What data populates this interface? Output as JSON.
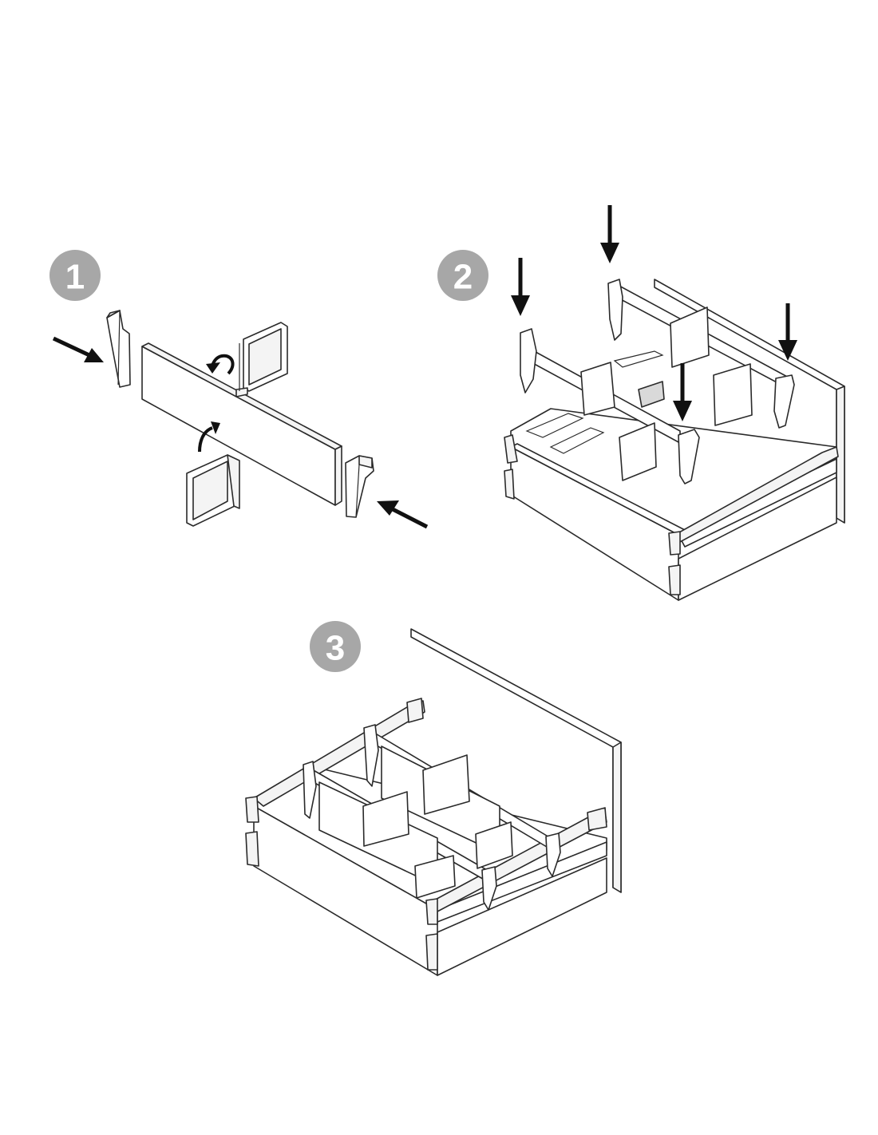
{
  "steps": [
    {
      "number": "1",
      "icon": "step-1-badge"
    },
    {
      "number": "2",
      "icon": "step-2-badge"
    },
    {
      "number": "3",
      "icon": "step-3-badge"
    }
  ],
  "colors": {
    "badge": "#a7a7a7",
    "badge_text": "#ffffff",
    "line": "#2a2a2a",
    "arrow": "#111111",
    "background": "#ffffff"
  }
}
